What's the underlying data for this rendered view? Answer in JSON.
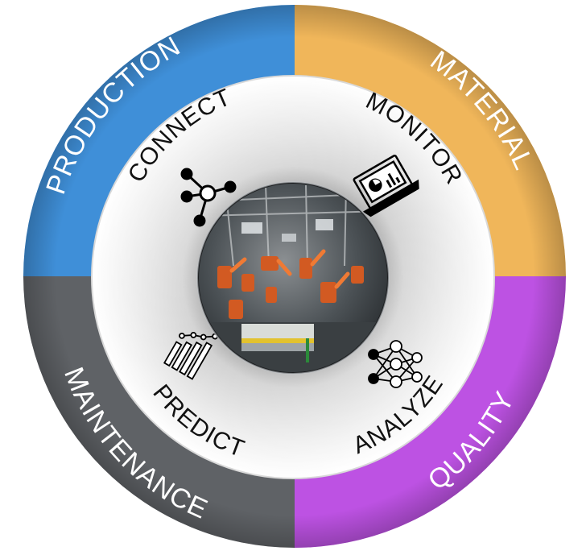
{
  "outer_ring": [
    {
      "key": "production",
      "label": "PRODUCTION",
      "color": "#3f8fd8"
    },
    {
      "key": "material",
      "label": "MATERIAL",
      "color": "#f0b65a"
    },
    {
      "key": "quality",
      "label": "QUALITY",
      "color": "#bd52e3"
    },
    {
      "key": "maintenance",
      "label": "MAINTENANCE",
      "color": "#5f6266"
    }
  ],
  "inner_labels": [
    {
      "key": "connect",
      "label": "CONNECT",
      "icon": "network-nodes-icon"
    },
    {
      "key": "monitor",
      "label": "MONITOR",
      "icon": "laptop-dashboard-icon"
    },
    {
      "key": "analyze",
      "label": "ANALYZE",
      "icon": "neural-network-icon"
    },
    {
      "key": "predict",
      "label": "PREDICT",
      "icon": "trend-bars-icon"
    }
  ],
  "center_image": {
    "icon": "factory-robots-photo"
  }
}
